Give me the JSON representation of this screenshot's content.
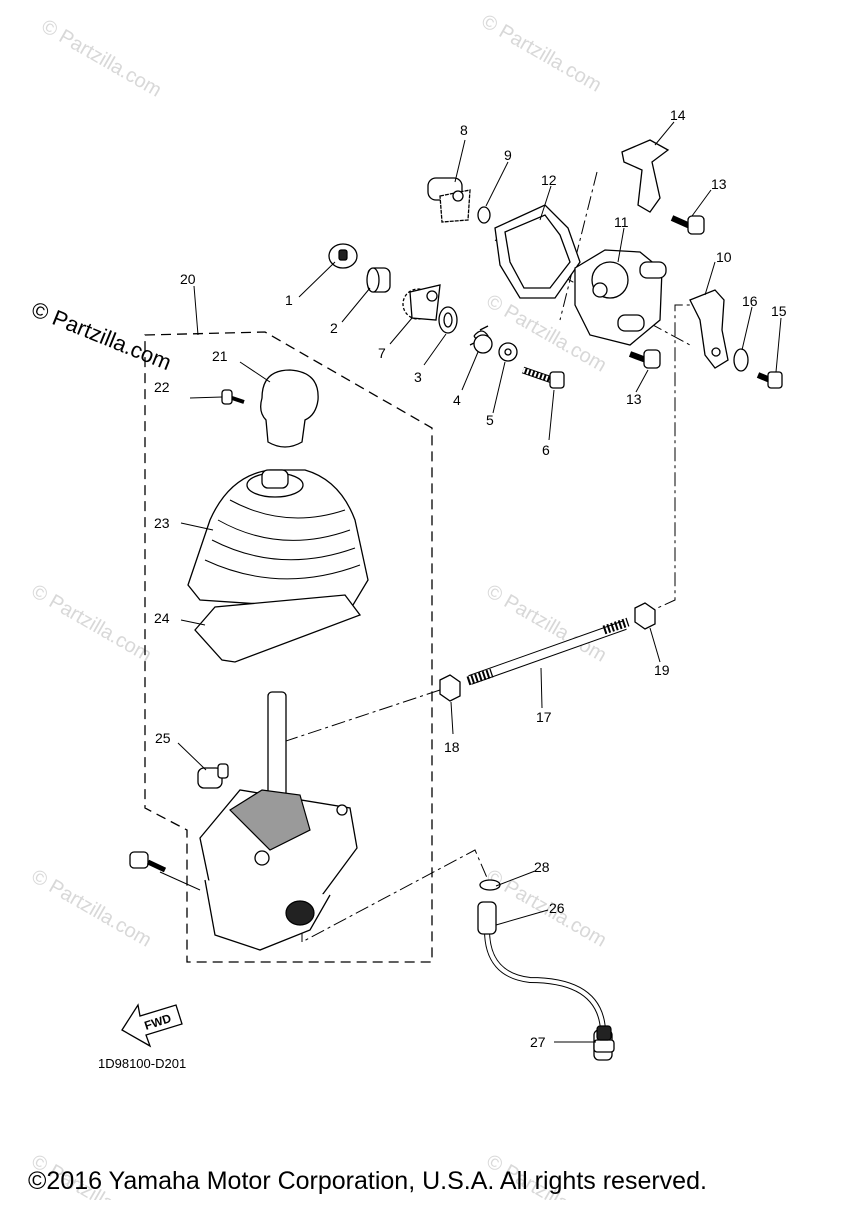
{
  "watermarks": {
    "text": "© Partzilla.com",
    "dark_text": "© Partzilla.com"
  },
  "callouts": {
    "c1": "1",
    "c2": "2",
    "c3": "3",
    "c4": "4",
    "c5": "5",
    "c6": "6",
    "c7": "7",
    "c8": "8",
    "c9": "9",
    "c10": "10",
    "c11": "11",
    "c12": "12",
    "c13a": "13",
    "c13b": "13",
    "c14": "14",
    "c15": "15",
    "c16": "16",
    "c17": "17",
    "c18": "18",
    "c19": "19",
    "c20": "20",
    "c21": "21",
    "c22": "22",
    "c23": "23",
    "c24": "24",
    "c25": "25",
    "c26": "26",
    "c27": "27",
    "c28": "28"
  },
  "fwd_label": "FWD",
  "diagram_code": "1D98100-D201",
  "copyright": "©2016 Yamaha Motor Corporation, U.S.A. All rights reserved."
}
